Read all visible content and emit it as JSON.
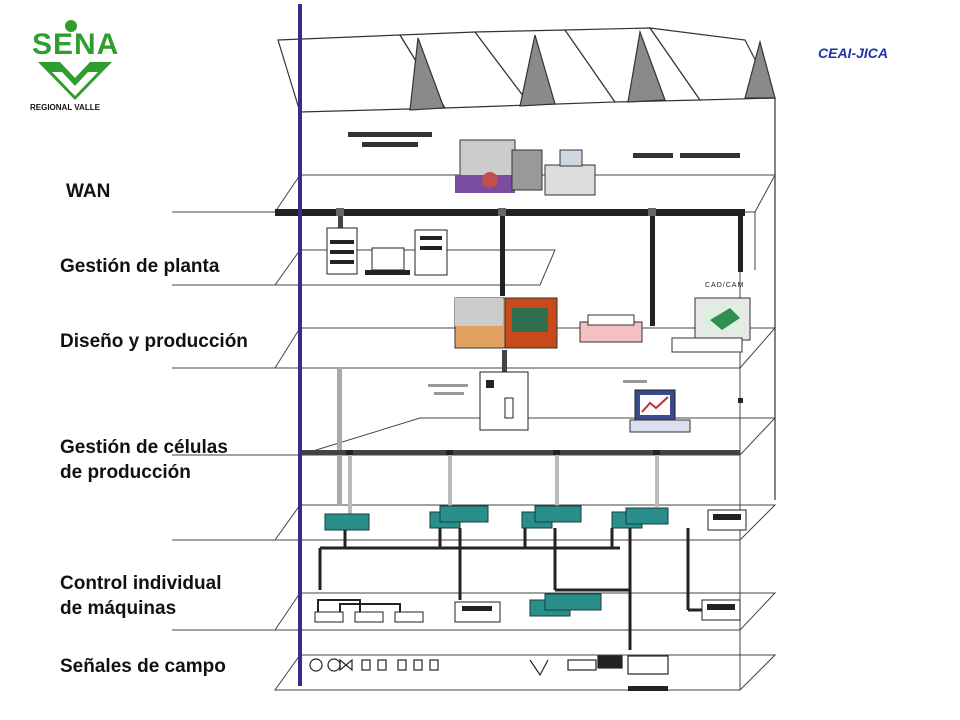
{
  "logo": {
    "brand": "SENA",
    "subtitle": "REGIONAL VALLE"
  },
  "header": {
    "org": "CEAI-JICA"
  },
  "levels": {
    "wan": "WAN",
    "plant": "Gestión de planta",
    "design": "Diseño y producción",
    "cells_line1": "Gestión de células",
    "cells_line2": "de producción",
    "machines_line1": "Control individual",
    "machines_line2": "de máquinas",
    "field": "Señales de campo"
  },
  "devices": {
    "cad_cam": "CAD/CAM"
  },
  "colors": {
    "vertical_line": "#3b2a8c",
    "logo_green": "#2f9e2f",
    "header_blue": "#2233aa",
    "plc_teal": "#2a8f8a",
    "bus": "#222222"
  }
}
